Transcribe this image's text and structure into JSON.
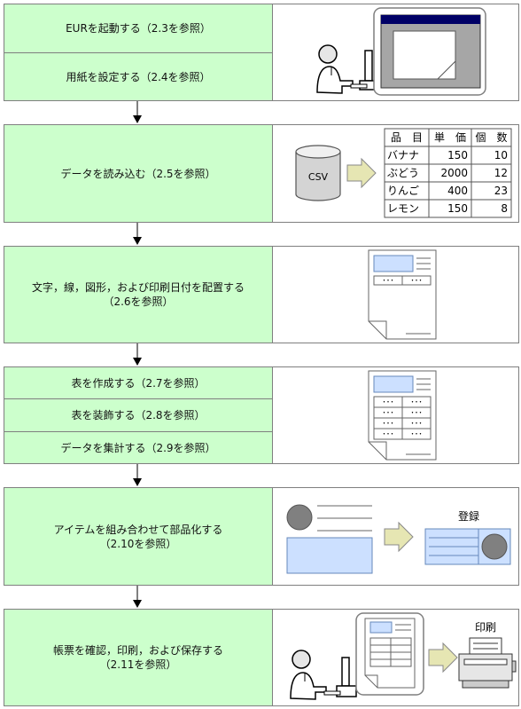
{
  "steps": {
    "s1": {
      "a": "EURを起動する（2.3を参照）",
      "b": "用紙を設定する（2.4を参照）"
    },
    "s2": "データを読み込む（2.5を参照）",
    "s3": "文字，線，図形，および印刷日付を配置する\n（2.6を参照）",
    "s4": {
      "a": "表を作成する（2.7を参照）",
      "b": "表を装飾する（2.8を参照）",
      "c": "データを集計する（2.9を参照）"
    },
    "s5": "アイテムを組み合わせて部品化する\n（2.10を参照）",
    "s6": "帳票を確認，印刷，および保存する\n（2.11を参照）"
  },
  "csv": {
    "label": "CSV",
    "headers": [
      "品　目",
      "単　価",
      "個　数"
    ],
    "rows": [
      [
        "バナナ",
        "150",
        "10"
      ],
      [
        "ぶどう",
        "2000",
        "12"
      ],
      [
        "りんご",
        "400",
        "23"
      ],
      [
        "レモン",
        "150",
        "8"
      ]
    ]
  },
  "register_label": "登録",
  "print_label": "印刷",
  "colors": {
    "step_fill": "#ccffcc",
    "border": "#7f7f7f",
    "light_blue": "#cce0ff",
    "arrow_fill": "#e6e6b3",
    "title_bar": "#000066"
  }
}
